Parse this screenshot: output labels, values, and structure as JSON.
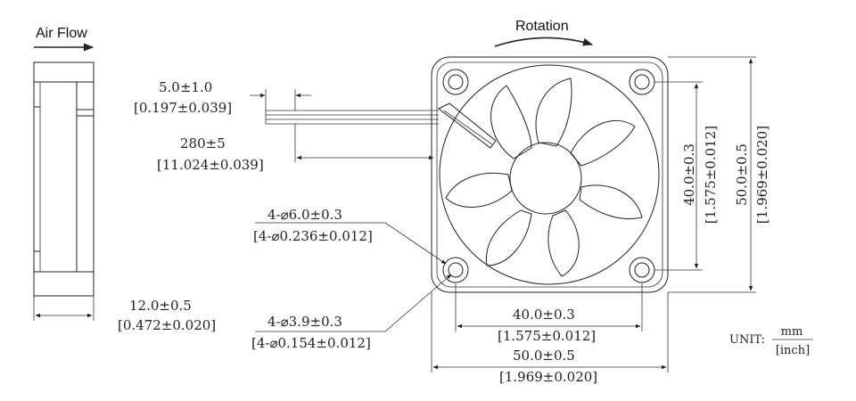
{
  "labels": {
    "air_flow": "Air Flow",
    "rotation": "Rotation",
    "lead_offset": "5.0±1.0",
    "lead_offset_inch": "[0.197±0.039]",
    "lead_length": "280±5",
    "lead_length_inch": "[11.024±0.039]",
    "hole_large": "4-⌀6.0±0.3",
    "hole_large_inch": "[4-⌀0.236±0.012]",
    "hole_small": "4-⌀3.9±0.3",
    "hole_small_inch": "[4-⌀0.154±0.012]",
    "thickness": "12.0±0.5",
    "thickness_inch": "[0.472±0.020]",
    "hole_spacing_h": "40.0±0.3",
    "hole_spacing_h_inch": "[1.575±0.012]",
    "frame_width": "50.0±0.5",
    "frame_width_inch": "[1.969±0.020]",
    "hole_spacing_v": "40.0±0.3",
    "hole_spacing_v_inch": "[1.575±0.012]",
    "frame_height": "50.0±0.5",
    "frame_height_inch": "[1.969±0.020]",
    "unit_prefix": "UNIT:",
    "unit_top": "mm",
    "unit_bottom": "[inch]"
  }
}
